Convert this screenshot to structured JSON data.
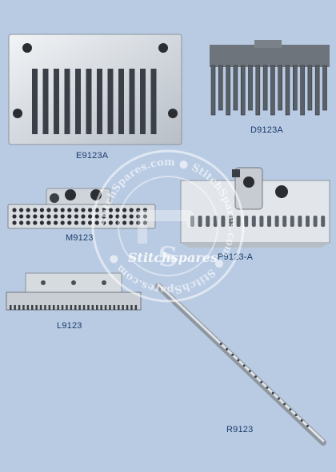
{
  "parts": {
    "e": {
      "code": "E9123A",
      "icon": "throat-plate-icon"
    },
    "d": {
      "code": "D9123A",
      "icon": "feed-dog-icon"
    },
    "m": {
      "code": "M9123",
      "icon": "needle-clamp-icon"
    },
    "p": {
      "code": "P9123-A",
      "icon": "presser-foot-icon"
    },
    "l": {
      "code": "L9123",
      "icon": "looper-holder-icon"
    },
    "r": {
      "code": "R9123",
      "icon": "needle-bar-icon"
    }
  },
  "watermark": {
    "ring_text": "StitchSpares.com  ●  StitchSpares.com  ●  StitchSpares.com  ●",
    "brand": "Stitchspares",
    "mark": "S",
    "icon": "sewing-machine-icon"
  },
  "colors": {
    "background": "#b9cbe3",
    "metal": "#dfe3e8",
    "label": "#1a3a6a",
    "watermark": "#ffffff"
  }
}
